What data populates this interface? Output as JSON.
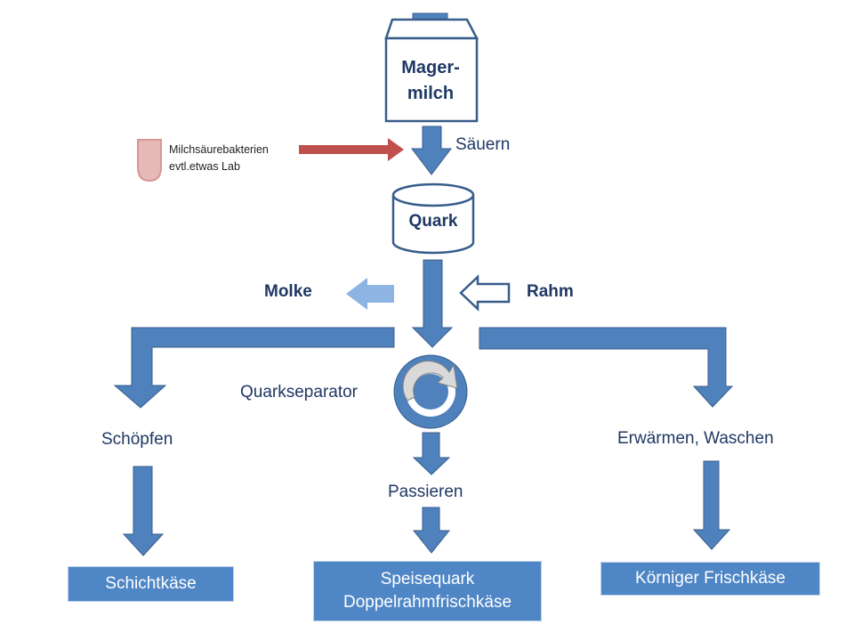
{
  "diagram": {
    "source": {
      "line1": "Mager-",
      "line2": "milch"
    },
    "additive": {
      "line1": "Milchsäurebakterien",
      "line2": "evtl.etwas Lab"
    },
    "step_sauern": "Säuern",
    "intermediate": "Quark",
    "whey_out": "Molke",
    "cream_in": "Rahm",
    "separator": "Quarkseparator",
    "step_schoepfen": "Schöpfen",
    "step_erwaermen": "Erwärmen, Waschen",
    "step_passieren": "Passieren",
    "products": {
      "left": "Schichtkäse",
      "center": {
        "line1": "Speisequark",
        "line2": "Doppelrahmfrischkäse"
      },
      "right": "Körniger Frischkäse"
    }
  },
  "colors": {
    "arrow_blue": "#4f81bd",
    "arrow_outline": "#385d8a",
    "box_blue": "#4f86c6",
    "light_blue": "#8db4e2",
    "red": "#c0504d",
    "pink": "#e6b9b8",
    "dark_text": "#1f3864"
  }
}
